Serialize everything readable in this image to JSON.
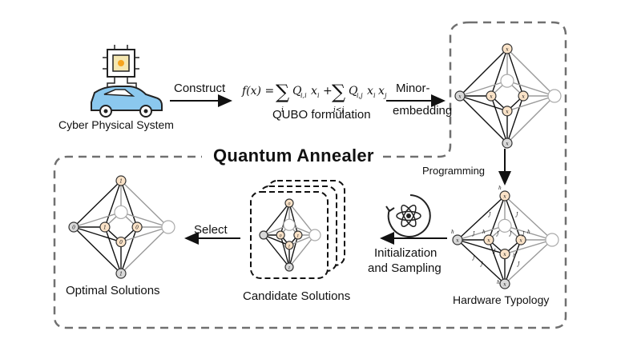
{
  "labels": {
    "cps": "Cyber Physical System",
    "construct": "Construct",
    "qubo": "QUBO formulation",
    "minor1": "Minor-",
    "minor2": "embedding",
    "annealer": "Quantum Annealer",
    "programming": "Programming",
    "hardware": "Hardware Typology",
    "init1": "Initialization",
    "init2": "and Sampling",
    "candidate": "Candidate Solutions",
    "select": "Select",
    "optimal": "Optimal Solutions"
  },
  "formula": {
    "lhs": "f(x) =",
    "term1": "Q",
    "term1_sub": "i,i",
    "term1_var": "x",
    "term1_var_sub": "i",
    "plus": "+",
    "term2": "Q",
    "term2_sub": "i,j",
    "term2_var1": "x",
    "term2_var1_sub": "i",
    "term2_var2": "x",
    "term2_var2_sub": "j",
    "sum1_under": "i",
    "sum2_under": "i<j"
  },
  "graph_labels": {
    "x1": "x",
    "x2": "x",
    "x3": "x",
    "x4": "x",
    "x5": "x",
    "x6": "x",
    "hw_h1": "h",
    "hw_h2": "h",
    "hw_h3": "h",
    "hw_h4": "h",
    "hw_h5": "h",
    "hw_h6": "h",
    "hw_j12": "J",
    "hw_j13": "J",
    "hw_j14": "J",
    "hw_j23": "J",
    "hw_j24": "J",
    "hw_j34": "J",
    "hw_j35": "J",
    "hw_j45": "J",
    "hw_j46": "J",
    "hw_j56": "J",
    "hw_j36": "J",
    "opt_top": "1",
    "opt_left": "0",
    "opt_mid1": "1",
    "opt_mid2": "0",
    "opt_mid3": "0",
    "opt_bottom": "1",
    "cand_top": "0",
    "cand_mid1": "0",
    "cand_mid2": "1",
    "cand_mid3": "1",
    "cand_bottom": "1"
  },
  "colors": {
    "node_orange": "#fbe3c8",
    "node_gray": "#d9d9d9",
    "dash": "#707070"
  }
}
